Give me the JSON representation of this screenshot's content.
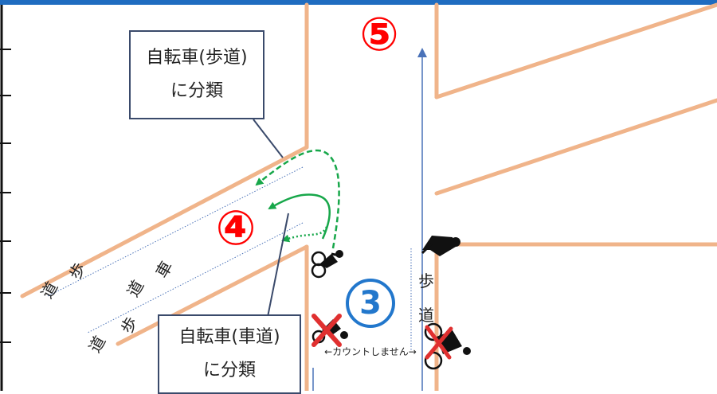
{
  "colors": {
    "road_edge": "#f0b48a",
    "top_bar": "#1f6cc0",
    "arrow_blue": "#4a72b8",
    "arrow_green": "#17a74a",
    "marker_red": "#ff0000",
    "marker_blue": "#2277cc",
    "callout_border": "#3a4a6b",
    "x_red": "#e03030"
  },
  "callouts": {
    "sidewalk": {
      "line1": "自転車(歩道)",
      "line2": "に分類"
    },
    "road": {
      "line1": "自転車(車道)",
      "line2": "に分類"
    }
  },
  "markers": {
    "m5": "⑤",
    "m4": "④",
    "m3": "3"
  },
  "labels": {
    "sidewalk_left_a": [
      "歩",
      "道"
    ],
    "roadway": [
      "車",
      "道"
    ],
    "sidewalk_left_b": [
      "歩",
      "道"
    ],
    "sidewalk_right": [
      "歩",
      "道"
    ],
    "no_count": "←カウントしません→"
  },
  "icons": [
    "cyclist-icon",
    "pedestrian-icon",
    "crossed-cyclist-icon"
  ]
}
